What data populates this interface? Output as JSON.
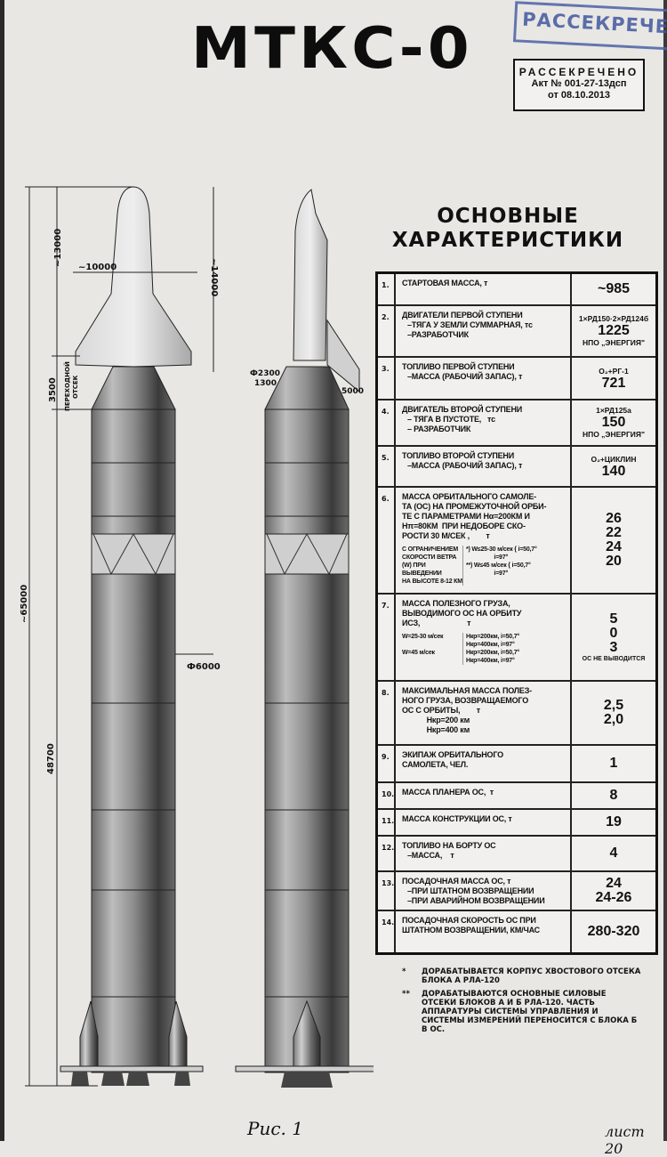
{
  "title": "МТКС-0",
  "stamp_blue": "РАССЕКРЕЧЕНО",
  "stamp": {
    "line1": "РАССЕКРЕЧЕНО",
    "line2": "Акт № 001-27-13дсп",
    "line3": "от 08.10.2013"
  },
  "heading": {
    "line1": "ОСНОВНЫЕ",
    "line2": "ХАРАКТЕРИСТИКИ"
  },
  "dimensions": {
    "orbiter_length": "~13000",
    "wingspan": "~10000",
    "orbiter_height": "~14000",
    "adapter_length": "3500",
    "adapter_label_1": "ПЕРЕХОДНОЙ",
    "adapter_label_2": "ОТСЕК",
    "diam_top": "Ф2300",
    "top_offset": "1300",
    "adapter_side": "5000",
    "total_length": "~65000",
    "body_diameter": "Ф6000",
    "core_length": "48700"
  },
  "table": [
    {
      "num": "1.",
      "label": [
        "СТАРТОВАЯ МАССА, т"
      ],
      "values": [
        {
          "text": "~985",
          "style": "big"
        }
      ]
    },
    {
      "num": "2.",
      "label": [
        "ДВИГАТЕЛИ ПЕРВОЙ СТУПЕНИ",
        "–ТЯГА У ЗЕМЛИ СУММАРНАЯ, тс",
        "–РАЗРАБОТЧИК"
      ],
      "values": [
        {
          "text": "1×РД150·2×РД124б",
          "style": "norm"
        },
        {
          "text": "1225",
          "style": "big"
        },
        {
          "text": "НПО „ЭНЕРГИЯ\"",
          "style": "norm"
        }
      ]
    },
    {
      "num": "3.",
      "label": [
        "ТОПЛИВО ПЕРВОЙ СТУПЕНИ",
        "–МАССА (РАБОЧИЙ ЗАПАС), т"
      ],
      "values": [
        {
          "text": "O₂+РГ-1",
          "style": "norm"
        },
        {
          "text": "721",
          "style": "big"
        }
      ]
    },
    {
      "num": "4.",
      "label": [
        "ДВИГАТЕЛЬ ВТОРОЙ СТУПЕНИ",
        "– ТЯГА В ПУСТОТЕ,   тс",
        "– РАЗРАБОТЧИК"
      ],
      "values": [
        {
          "text": "1×РД125а",
          "style": "norm"
        },
        {
          "text": "150",
          "style": "big"
        },
        {
          "text": "НПО „ЭНЕРГИЯ\"",
          "style": "norm"
        }
      ]
    },
    {
      "num": "5.",
      "label": [
        "ТОПЛИВО ВТОРОЙ СТУПЕНИ",
        "–МАССА (РАБОЧИЙ ЗАПАС), т"
      ],
      "values": [
        {
          "text": "O₂+ЦИКЛИН",
          "style": "norm"
        },
        {
          "text": "140",
          "style": "big"
        }
      ]
    },
    {
      "num": "6.",
      "label": [
        "МАССА ОРБИТАЛЬНОГО САМОЛЕ-",
        "ТА (ОС) НА ПРОМЕЖУТОЧНОЙ ОРБИ-",
        "ТЕ С ПАРАМЕТРАМИ Hα=200КМ И",
        "Hπ=80КМ  ПРИ НЕДОБОРЕ СКО-",
        "РОСТИ 30 М/СЕК ,        т"
      ],
      "sub": {
        "left": [
          "С ОГРАНИЧЕНИЕМ",
          "СКОРОСТИ ВЕТРА",
          "(W) ПРИ ВЫВЕДЕНИИ",
          "НА ВЫСОТЕ 8-12 КМ"
        ],
        "right": [
          "*) W≤25-30 м/сек { i=50,7°",
          "                  i=97°",
          "**) W≤45 м/сек { i=50,7°",
          "                  i=97°"
        ]
      },
      "values": [
        {
          "text": "26",
          "style": "big"
        },
        {
          "text": "22",
          "style": "big"
        },
        {
          "text": "24",
          "style": "big"
        },
        {
          "text": "20",
          "style": "big"
        }
      ]
    },
    {
      "num": "7.",
      "label": [
        "МАССА ПОЛЕЗНОГО ГРУЗА,",
        "ВЫВОДИМОГО ОС НА ОРБИТУ",
        "ИСЗ,                       т"
      ],
      "sub": {
        "left": [
          "W=25-30 м/сек",
          "",
          "W=45 м/сек",
          ""
        ],
        "right": [
          "Hкр=200км, i=50,7°",
          "Hкр=400км, i=97°",
          "Hкр=200км, i=50,7°",
          "Hкр=400км, i=97°"
        ]
      },
      "values": [
        {
          "text": "5",
          "style": "big"
        },
        {
          "text": "0",
          "style": "big"
        },
        {
          "text": "3",
          "style": "big"
        },
        {
          "text": "ОС НЕ ВЫВОДИТСЯ",
          "style": "tiny"
        }
      ]
    },
    {
      "num": "8.",
      "label": [
        "МАКСИМАЛЬНАЯ МАССА ПОЛЕЗ-",
        "НОГО ГРУЗА, ВОЗВРАЩАЕМОГО",
        "ОС С ОРБИТЫ,        т",
        "            Hкр=200 км",
        "            Hкр=400 км"
      ],
      "values": [
        {
          "text": "2,5",
          "style": "big"
        },
        {
          "text": "2,0",
          "style": "big"
        }
      ]
    },
    {
      "num": "9.",
      "label": [
        "ЭКИПАЖ ОРБИТАЛЬНОГО",
        "САМОЛЕТА, ЧЕЛ."
      ],
      "values": [
        {
          "text": "1",
          "style": "big"
        }
      ]
    },
    {
      "num": "10.",
      "label": [
        "МАССА ПЛАНЕРА ОС,  т"
      ],
      "values": [
        {
          "text": "8",
          "style": "big"
        }
      ]
    },
    {
      "num": "11.",
      "label": [
        "МАССА КОНСТРУКЦИИ ОС, т"
      ],
      "values": [
        {
          "text": "19",
          "style": "big"
        }
      ]
    },
    {
      "num": "12.",
      "label": [
        "ТОПЛИВО НА БОРТУ ОС",
        "–МАССА,    т"
      ],
      "values": [
        {
          "text": "4",
          "style": "big"
        }
      ]
    },
    {
      "num": "13.",
      "label": [
        "ПОСАДОЧНАЯ МАССА ОС, т",
        "–ПРИ ШТАТНОМ ВОЗВРАЩЕНИИ",
        "–ПРИ АВАРИЙНОМ ВОЗВРАЩЕНИИ"
      ],
      "values": [
        {
          "text": "24",
          "style": "big"
        },
        {
          "text": "24-26",
          "style": "big"
        }
      ]
    },
    {
      "num": "14.",
      "label": [
        "ПОСАДОЧНАЯ СКОРОСТЬ ОС ПРИ",
        "ШТАТНОМ ВОЗВРАЩЕНИИ, КМ/ЧАС"
      ],
      "values": [
        {
          "text": "280-320",
          "style": "big"
        }
      ]
    }
  ],
  "notes": [
    {
      "mark": "*",
      "text": "ДОРАБАТЫВАЕТСЯ КОРПУС ХВОСТОВОГО ОТСЕКА БЛОКА А РЛА-120"
    },
    {
      "mark": "**",
      "text": "ДОРАБАТЫВАЮТСЯ ОСНОВНЫЕ СИЛОВЫЕ ОТСЕКИ БЛОКОВ А И Б РЛА-120. ЧАСТЬ АППАРАТУРЫ СИСТЕМЫ УПРАВЛЕНИЯ И СИСТЕМЫ ИЗМЕРЕНИЙ ПЕРЕНОСИТСЯ С БЛОКА Б В ОС."
    }
  ],
  "figure_caption": "Рис. 1",
  "sheet": "лист 20"
}
